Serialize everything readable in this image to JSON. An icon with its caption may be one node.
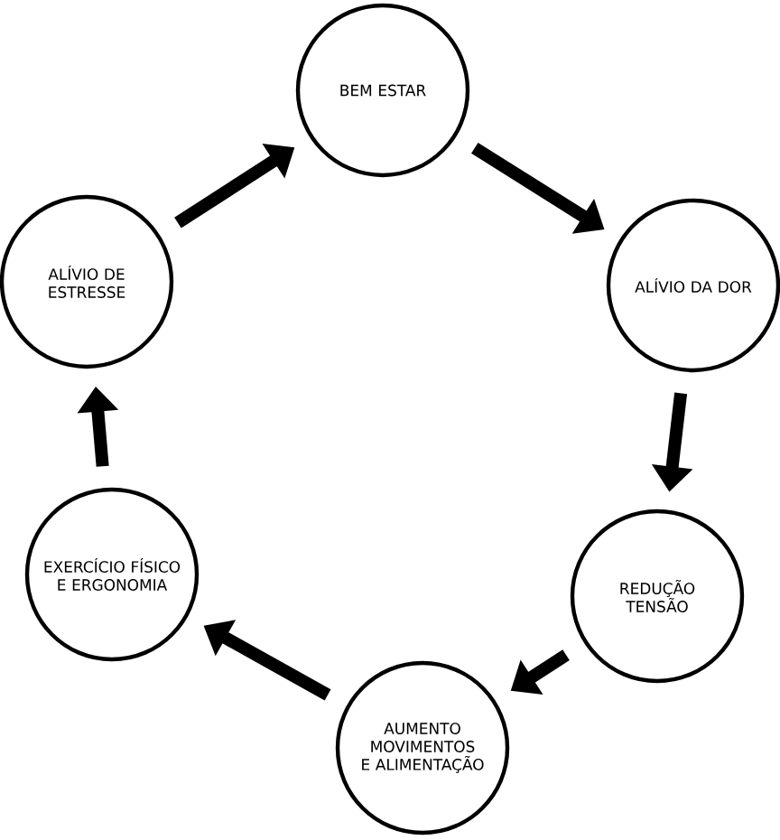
{
  "diagram": {
    "nodes": [
      {
        "text": [
          "BEM ESTAR"
        ]
      },
      {
        "text": [
          "ALÍVIO DA DOR"
        ]
      },
      {
        "text": [
          "REDUÇÃO TENSÃO"
        ]
      },
      {
        "text": [
          "AUMENTO MOVIMENTOS E ALIMENTAÇÃO"
        ]
      },
      {
        "text": [
          "EXERCÍCIO FÍSICO E ERGONOMIA"
        ]
      },
      {
        "text": [
          "ALÍVIO DE ESTRESSE"
        ]
      }
    ],
    "edges": [
      {
        "from": 0,
        "to": 1,
        "arrow": "to"
      },
      {
        "from": 1,
        "to": 2,
        "arrow": "to"
      },
      {
        "from": 2,
        "to": 3,
        "arrow": "to"
      },
      {
        "from": 3,
        "to": 4,
        "arrow": "to"
      },
      {
        "from": 4,
        "to": 5,
        "arrow": "to"
      },
      {
        "from": 5,
        "to": 0,
        "arrow": "to"
      }
    ]
  }
}
